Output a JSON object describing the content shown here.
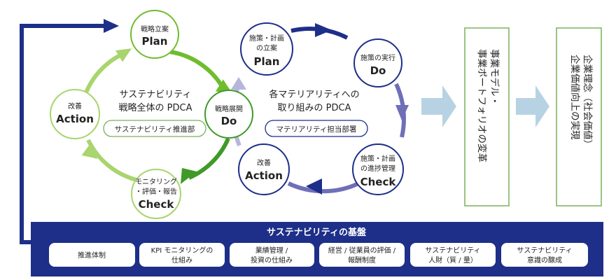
{
  "left_cycle": {
    "title_line1": "サステナビリティ",
    "title_line2": "戦略全体の PDCA",
    "owner": "サステナビリティ推進部",
    "nodes": {
      "plan": {
        "label_line1": "戦略立案",
        "label_line2": "",
        "phase": "Plan"
      },
      "do": {
        "label_line1": "戦略展開",
        "label_line2": "",
        "phase": "Do"
      },
      "check": {
        "label_line1": "モニタリング",
        "label_line2": "・評価・報告",
        "phase": "Check"
      },
      "action": {
        "label_line1": "改善",
        "label_line2": "",
        "phase": "Action"
      }
    }
  },
  "right_cycle": {
    "title_line1": "各マテリアリティへの",
    "title_line2": "取り組みの PDCA",
    "owner": "マテリアリティ担当部署",
    "nodes": {
      "plan": {
        "label_line1": "施策・計画",
        "label_line2": "の立案",
        "phase": "Plan"
      },
      "do": {
        "label_line1": "施策の実行",
        "label_line2": "",
        "phase": "Do"
      },
      "check": {
        "label_line1": "施策・計画",
        "label_line2": "の進捗管理",
        "phase": "Check"
      },
      "action": {
        "label_line1": "改善",
        "label_line2": "",
        "phase": "Action"
      }
    }
  },
  "outcomes": [
    {
      "line1": "事業モデル・",
      "line2": "事業ポートフォリオの変革"
    },
    {
      "line1": "企業理念（社会価値）",
      "line2": "企業価値向上の実現"
    }
  ],
  "foundation": {
    "title": "サステナビリティの基盤",
    "items": [
      {
        "line1": "推進体制",
        "line2": ""
      },
      {
        "line1": "KPI モニタリングの",
        "line2": "仕組み"
      },
      {
        "line1": "業績管理 /",
        "line2": "投資の仕組み"
      },
      {
        "line1": "経営 / 従業員の評価 /",
        "line2": "報酬制度"
      },
      {
        "line1": "サステナビリティ",
        "line2": "人財（質 / 量）"
      },
      {
        "line1": "サステナビリティ",
        "line2": "意識の醸成"
      }
    ]
  },
  "colors": {
    "navy": "#1d2f88",
    "green_dark": "#3f9a28",
    "green_mid": "#6fbd2d",
    "green_light": "#a9d46e",
    "purple_mid": "#6f6fb8",
    "purple_light": "#b6b6dc",
    "arrow_light": "#b7d3e3",
    "outcome_border": "#7ab05a"
  }
}
